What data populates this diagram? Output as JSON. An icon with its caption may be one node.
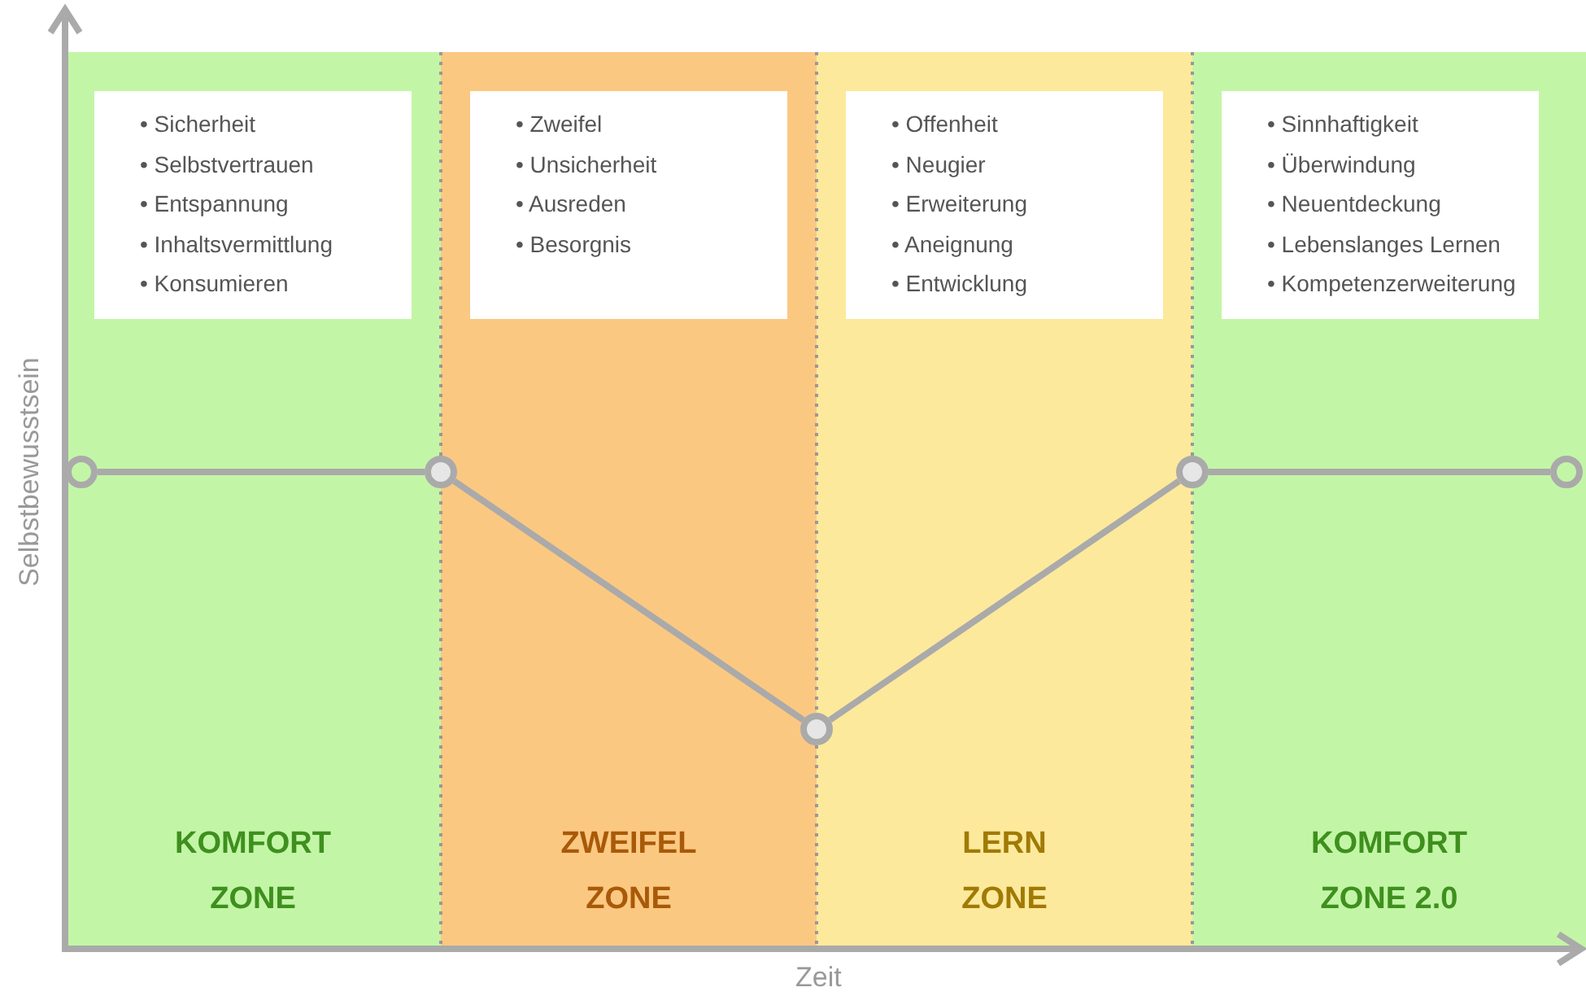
{
  "diagram": {
    "nodes": [
      {
        "text": [
          "KOMFORT ZONE"
        ]
      },
      {
        "text": [
          "• Sicherheit",
          "• Selbstvertrauen",
          "• Entspannung",
          "• Inhaltsvermittlung",
          "• Konsumieren"
        ],
        "in": 0
      },
      {
        "text": [
          "ZWEIFEL ZONE"
        ]
      },
      {
        "text": [
          "• Zweifel",
          "• Unsicherheit",
          "• Ausreden",
          "• Besorgnis"
        ],
        "in": 2
      },
      {
        "text": [
          "LERN ZONE"
        ]
      },
      {
        "text": [
          "• Offenheit",
          "• Neugier",
          "• Erweiterung",
          "• Aneignung",
          "• Entwicklung"
        ],
        "in": 4
      },
      {
        "text": [
          "KOMFORT ZONE 2.0"
        ]
      },
      {
        "text": [
          "• Sinnhaftigkeit",
          "• Überwindung",
          "• Neuentdeckung",
          "• Lebenslanges Lernen",
          "• Kompetenzerweiterung"
        ],
        "in": 6
      },
      {
        "text": [],
        "shape": "circle",
        "in": 0
      },
      {
        "text": [],
        "shape": "circle"
      },
      {
        "text": [],
        "shape": "circle"
      },
      {
        "text": [],
        "shape": "circle"
      },
      {
        "text": [],
        "shape": "circle",
        "in": 6
      }
    ],
    "edges": [
      {
        "from": 8,
        "to": 9,
        "arrow": "none"
      },
      {
        "from": 9,
        "to": 10,
        "arrow": "none"
      },
      {
        "from": 10,
        "to": 11,
        "arrow": "none"
      },
      {
        "from": 11,
        "to": 12,
        "arrow": "none"
      }
    ],
    "labels": [
      "Selbstbewusstsein",
      "Zeit"
    ]
  }
}
